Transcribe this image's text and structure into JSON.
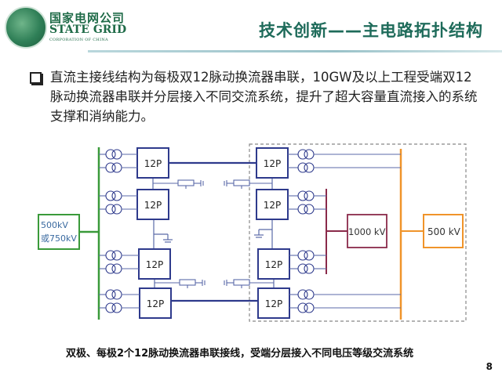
{
  "logo": {
    "cn": "国家电网公司",
    "en": "STATE GRID",
    "sub": "CORPORATION OF CHINA"
  },
  "title": "技术创新——主电路拓扑结构",
  "bullet": {
    "icon": "checkbox-square-icon",
    "text": "直流主接线结构为每极双12脉动换流器串联，10GW及以上工程受端双12脉动换流器串联并分层接入不同交流系统，提升了超大容量直流接入的系统支撑和消纳能力。"
  },
  "diagram": {
    "sending_ac_label_line1": "500kV",
    "sending_ac_label_line2": "或750kV",
    "converter_label": "12P",
    "receiving_ac_high": "1000 kV",
    "receiving_ac_low": "500 kV",
    "colors": {
      "sending_bus": "#3a9a3a",
      "dc_lines": "#2e3a8c",
      "bus_1000kv": "#8a2a4a",
      "bus_500kv": "#f0942a",
      "receiving_area_border": "#888888"
    }
  },
  "caption": "双极、每极2个12脉动换流器串联接线，受端分层接入不同电压等级交流系统",
  "page_number": "8"
}
